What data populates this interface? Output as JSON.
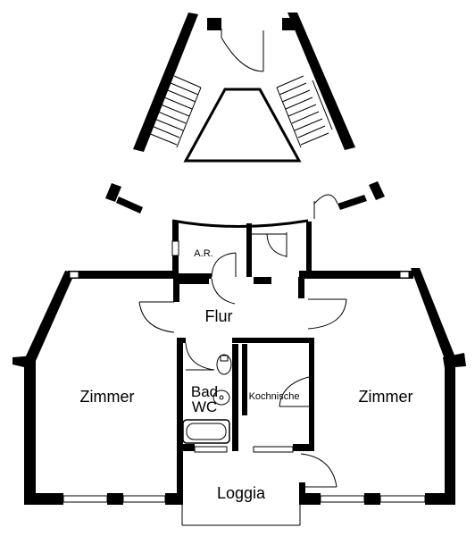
{
  "rooms": {
    "storage": "A.R.",
    "hall": "Flur",
    "room_left": "Zimmer",
    "bath_line1": "Bad",
    "bath_line2": "WC",
    "kitchenette": "Kochnische",
    "room_right": "Zimmer",
    "loggia": "Loggia"
  },
  "colors": {
    "ink": "#000000",
    "paper": "#ffffff"
  }
}
